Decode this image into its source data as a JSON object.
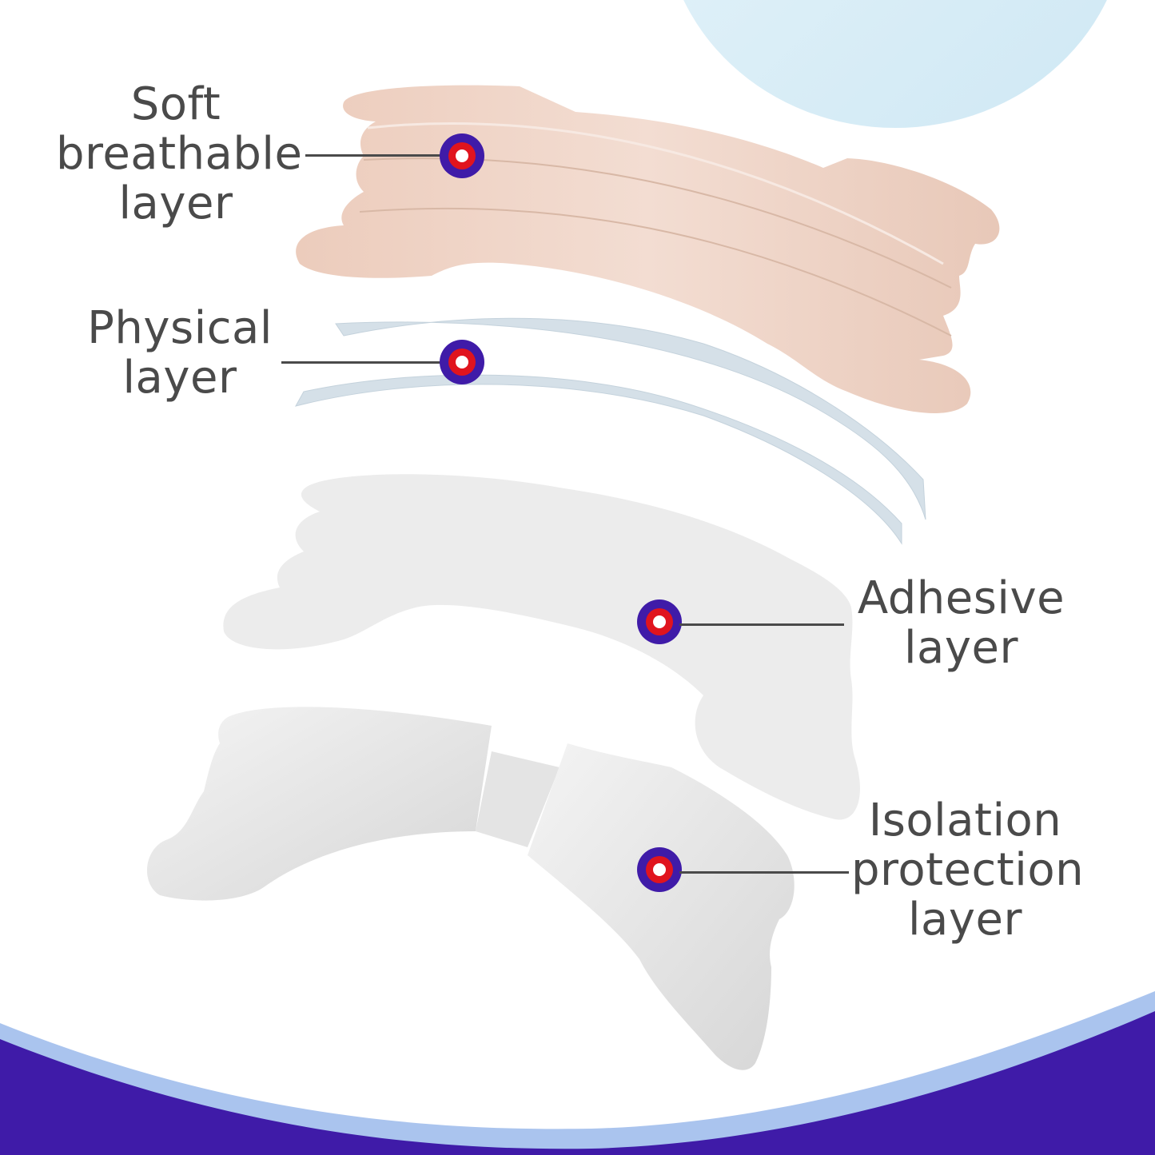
{
  "colors": {
    "background": "#ffffff",
    "label_text": "#4a4a4a",
    "marker_outer": "#3f1ba8",
    "marker_ring": "#e0141e",
    "marker_center": "#ffffff",
    "footer_band": "#3f1ba8",
    "footer_stripe": "#aac4ee",
    "top_circle": "#d4ecf6",
    "soft_layer": "#eccfc1",
    "physical_layer": "#d2dde6",
    "adhesive_layer": "#ececec",
    "isolation_layer": "#e3e3e3"
  },
  "layers": [
    {
      "id": "soft",
      "label_lines": [
        "Soft",
        "breathable",
        "layer"
      ]
    },
    {
      "id": "physical",
      "label_lines": [
        "Physical",
        "layer"
      ]
    },
    {
      "id": "adhesive",
      "label_lines": [
        "Adhesive",
        "layer"
      ]
    },
    {
      "id": "isolation",
      "label_lines": [
        "Isolation",
        "protection",
        "layer"
      ]
    }
  ]
}
